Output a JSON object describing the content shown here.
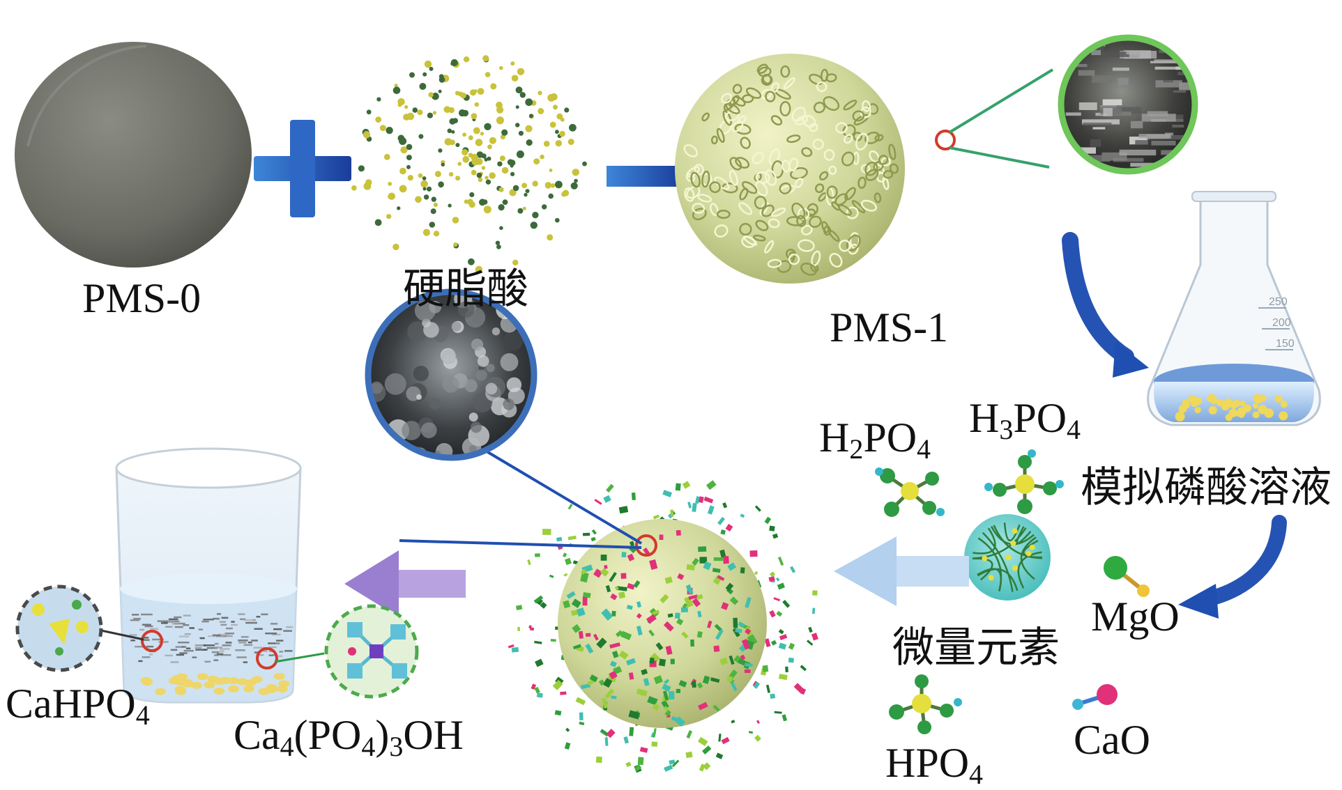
{
  "labels": {
    "pms0": "PMS-0",
    "stearic_acid": "硬脂酸",
    "pms1": "PMS-1",
    "simulated_phosphoric_acid": "模拟磷酸溶液",
    "h2po4": {
      "base": "H",
      "sub1": "2",
      "mid": "PO",
      "sub2": "4"
    },
    "h3po4": {
      "base": "H",
      "sub1": "3",
      "mid": "PO",
      "sub2": "4"
    },
    "trace_elements": "微量元素",
    "mgo": "MgO",
    "hpo4": {
      "base": "HPO",
      "sub": "4"
    },
    "cao": "CaO",
    "cahpo4": {
      "base": "CaHPO",
      "sub": "4"
    },
    "hydroxyapatite": {
      "a": "Ca",
      "s1": "4",
      "b": "(PO",
      "s2": "4",
      "c": ")",
      "s3": "3",
      "d": "OH"
    }
  },
  "flask_scale": [
    "250",
    "200",
    "150"
  ],
  "colors": {
    "blue_arrow": "#1f4fb0",
    "light_blue_arrow": "#b9d6f2",
    "purple_arrow": "#9a7fd0",
    "sphere_gray": "#6c6e66",
    "sphere_green": "#cfd79a",
    "zoom_ring_green": "#6fc65a",
    "zoom_ring_blue": "#3d6fb9",
    "marker_red": "#d23a2a"
  }
}
